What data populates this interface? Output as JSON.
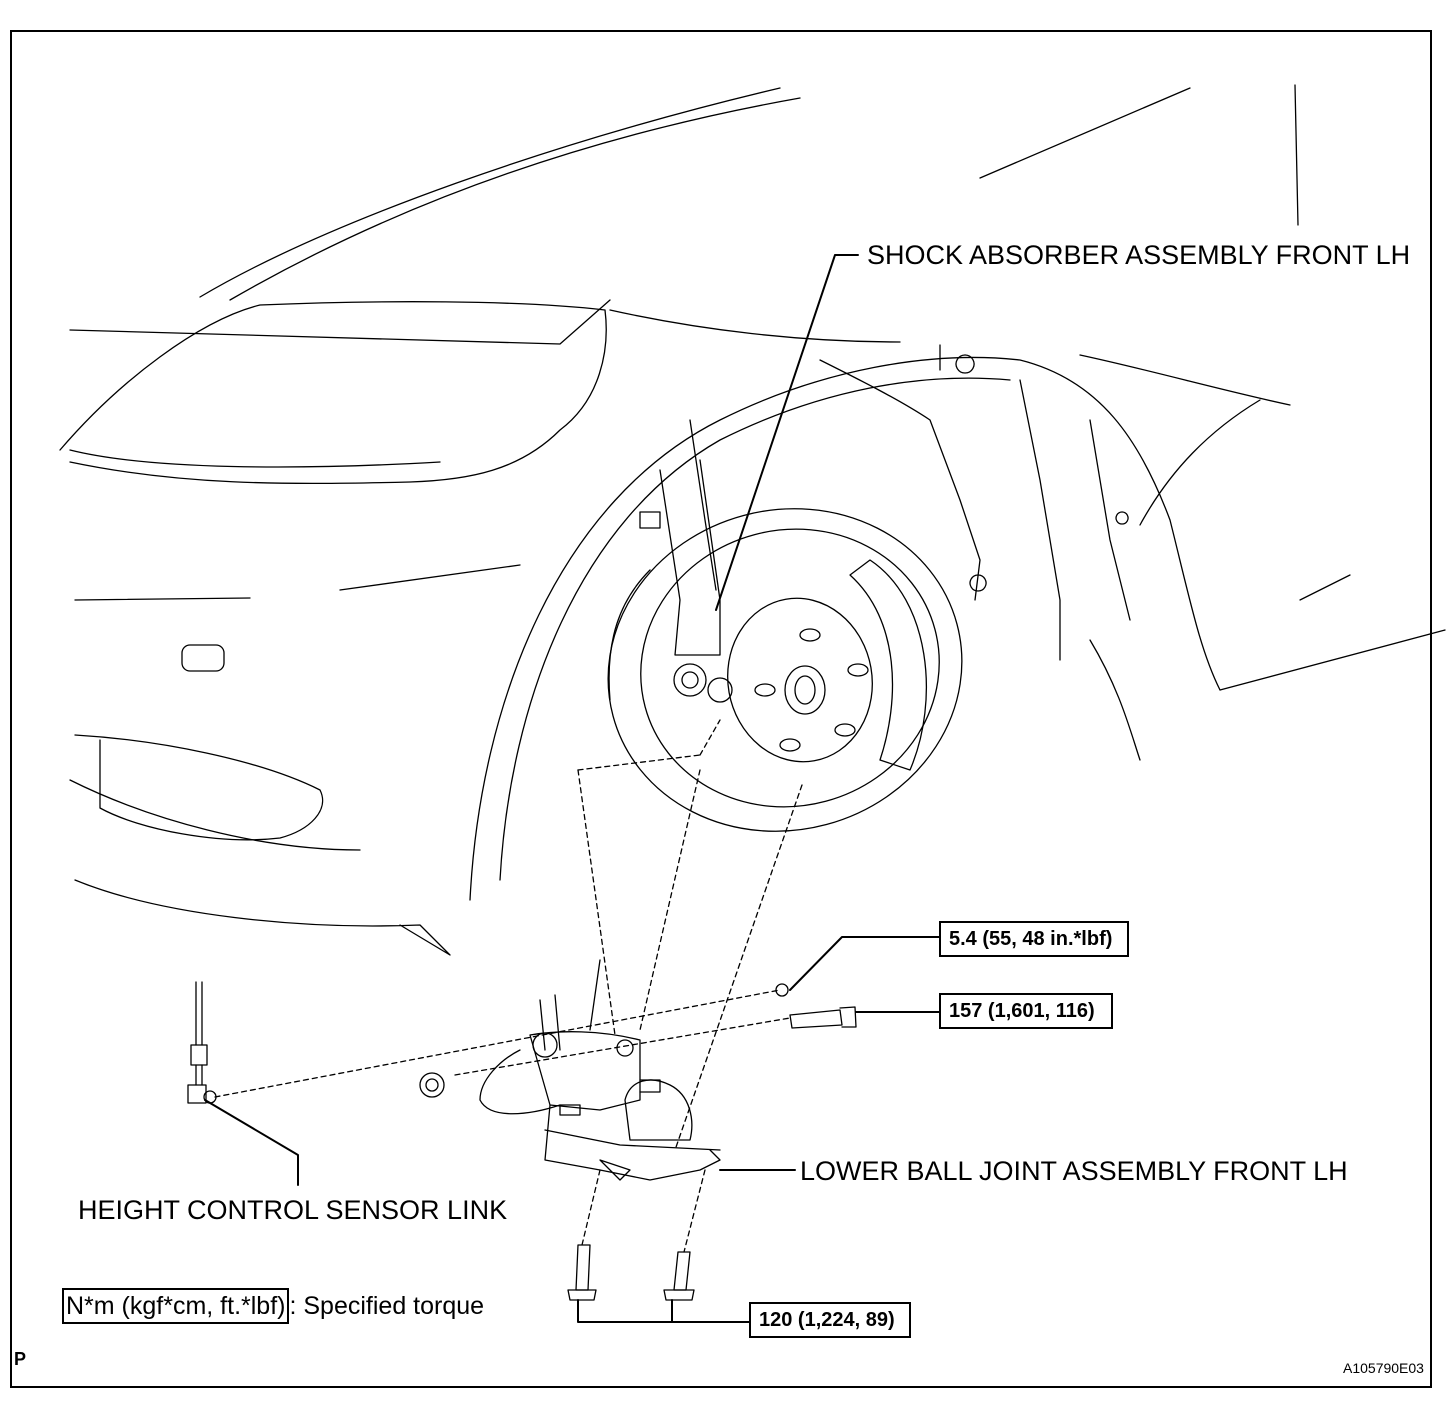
{
  "labels": {
    "shock_absorber": "SHOCK ABSORBER ASSEMBLY FRONT LH",
    "lower_ball_joint": "LOWER BALL JOINT ASSEMBLY FRONT LH",
    "height_sensor_link": "HEIGHT CONTROL SENSOR LINK"
  },
  "torques": {
    "nut": "5.4 (55, 48 in.*lbf)",
    "bolt": "157 (1,601, 116)",
    "lower_bolts": "120 (1,224, 89)"
  },
  "legend": {
    "units": "N*m (kgf*cm, ft.*lbf)",
    "meaning": ": Specified torque"
  },
  "corner_mark": "P",
  "figure_id": "A105790E03"
}
